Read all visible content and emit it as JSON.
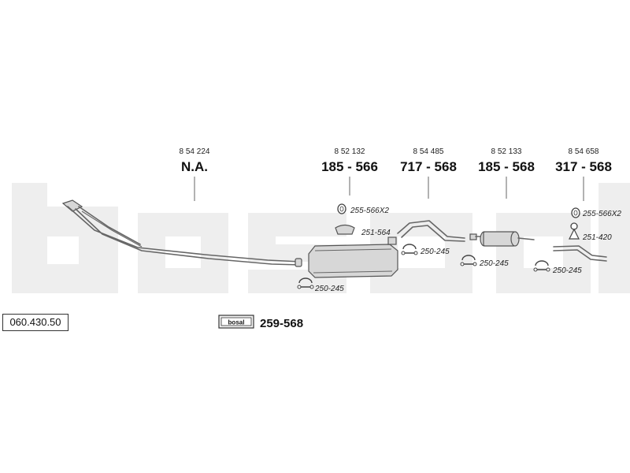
{
  "reference_number": "060.430.50",
  "watermark_text": "bosal",
  "parts": [
    {
      "oem": "8 54 224",
      "part": "N.A."
    },
    {
      "oem": "8 52 132",
      "part": "185 - 566"
    },
    {
      "oem": "8 54 485",
      "part": "717 - 568"
    },
    {
      "oem": "8 52 133",
      "part": "185 - 568"
    },
    {
      "oem": "8 54 658",
      "part": "317 - 568"
    }
  ],
  "fittings": [
    "255-566X2",
    "251-564",
    "250-245",
    "250-245",
    "250-245",
    "250-245",
    "255-566X2",
    "251-420"
  ],
  "kit": {
    "logo": "bosal",
    "part": "259-568"
  },
  "colors": {
    "watermark": "#eeeeee",
    "parts": "#d7d7d7",
    "lines": "#666666"
  }
}
